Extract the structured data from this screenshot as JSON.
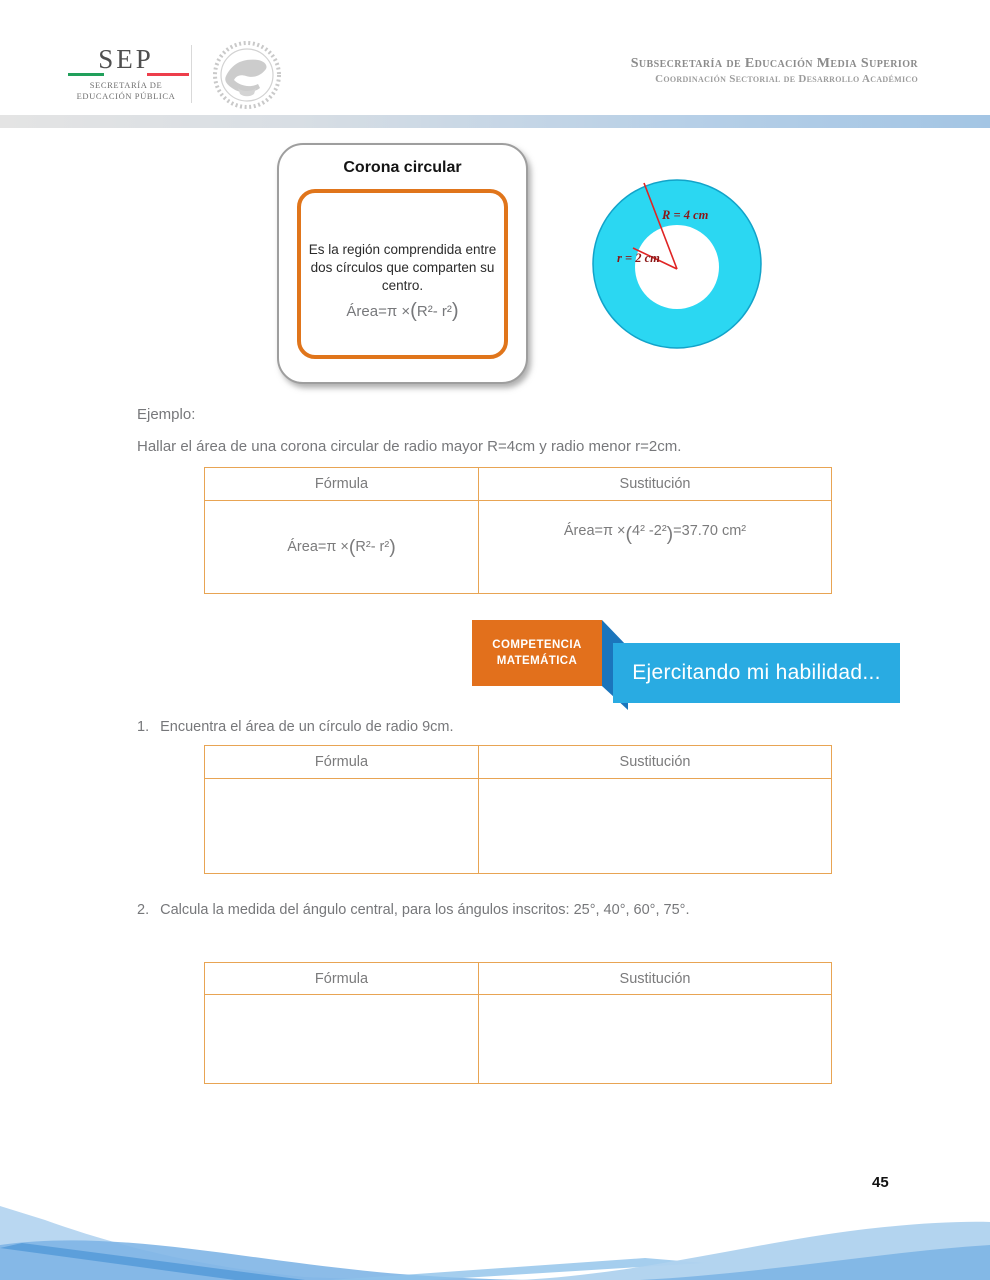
{
  "header": {
    "sep_logo": {
      "acronym": "SEP",
      "line1": "SECRETARÍA DE",
      "line2": "EDUCACIÓN PÚBLICA"
    },
    "right": {
      "line1": "Subsecretaría de Educación Media Superior",
      "line2": "Coordinación Sectorial de Desarrollo Académico"
    }
  },
  "corona_card": {
    "title": "Corona circular",
    "description": "Es la región comprendida entre dos círculos que comparten su centro.",
    "formula": {
      "pre": "Área=π ×",
      "open": "(",
      "body": "R²- r²",
      "close": ")"
    }
  },
  "diagram": {
    "outer_label": "R = 4 cm",
    "inner_label": "r = 2 cm",
    "ring_color": "#2BD7F2",
    "ring_stroke": "#12A3C9",
    "line_color": "#E02424",
    "label_color": "#8B1717"
  },
  "example": {
    "label": "Ejemplo:",
    "statement": "Hallar el área de una corona circular de radio mayor R=4cm y radio menor r=2cm."
  },
  "tables": {
    "headers": {
      "col1": "Fórmula",
      "col2": "Sustitución"
    },
    "example_table": {
      "formula": {
        "pre": "Área=π ×",
        "open": "(",
        "body": "R²- r²",
        "close": ")"
      },
      "substitution": {
        "pre": "Área=π ×",
        "open": "(",
        "body": "4² -2²",
        "close": ")",
        "post": "=37.70 cm²"
      }
    }
  },
  "ribbon": {
    "tag_line1": "COMPETENCIA",
    "tag_line2": "MATEMÁTICA",
    "banner": "Ejercitando mi habilidad...",
    "tag_color": "#E2701C",
    "banner_color": "#29ABE2",
    "fold_color": "#1B75BC"
  },
  "exercises": [
    {
      "number": "1.",
      "text": "Encuentra el área de un círculo de radio 9cm."
    },
    {
      "number": "2.",
      "text": "Calcula la medida del ángulo central, para los ángulos inscritos: 25°, 40°, 60°, 75°."
    }
  ],
  "page_number": "45"
}
